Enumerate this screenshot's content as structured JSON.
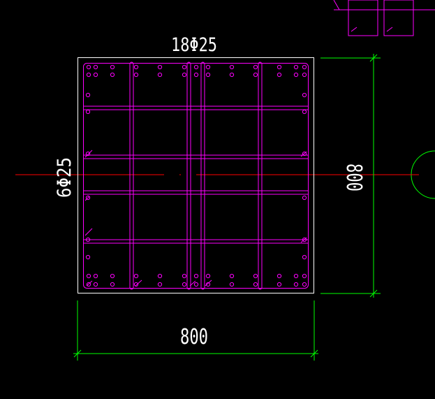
{
  "drawing": {
    "top_rebar_label": "18Φ25",
    "side_rebar_label": "6Φ25",
    "width_dimension": "800",
    "height_dimension": "800"
  },
  "colors": {
    "background": "#000000",
    "outline": "#ffffff",
    "rebar": "#ff00ff",
    "dimension": "#00ff00",
    "axis": "#ff0000"
  }
}
